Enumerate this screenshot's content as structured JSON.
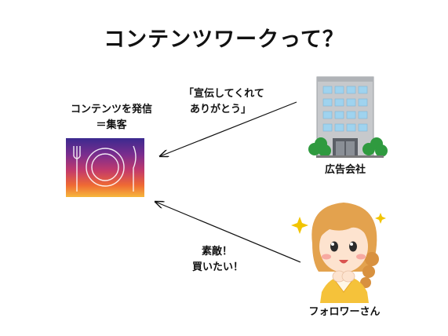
{
  "title": "コンテンツワークって？",
  "content": {
    "line1": "コンテンツを発信",
    "line2": "＝集客"
  },
  "advertiser": {
    "quote_line1": "「宣伝してくれて",
    "quote_line2": "ありがとう」",
    "label": "広告会社"
  },
  "follower": {
    "quote_line1": "素敵！",
    "quote_line2": "買いたい！",
    "label": "フォロワーさん"
  },
  "colors": {
    "gradient": [
      "#3b2a8f",
      "#7b2d8e",
      "#c33a6b",
      "#ef6a33",
      "#f6b73c"
    ],
    "building": "#c7c9cc",
    "window": "#9fd3ef",
    "tree": "#2f9a3f",
    "sparkle": "#f2c400"
  },
  "icons": [
    "plate-icon",
    "building-icon",
    "woman-icon",
    "sparkle-icon"
  ]
}
